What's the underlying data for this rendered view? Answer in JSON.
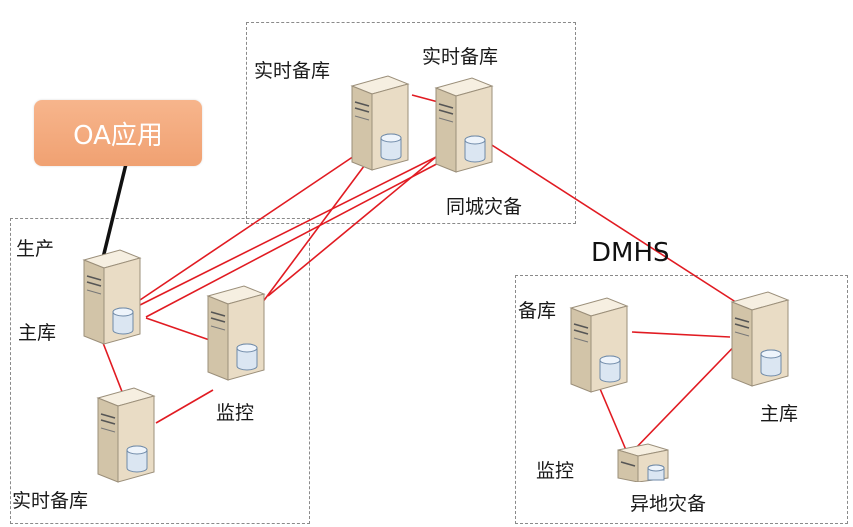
{
  "app": {
    "label": "OA应用"
  },
  "system_label": "DMHS",
  "zones": {
    "production": {
      "title": "生产",
      "main_label": "主库",
      "monitor_label": "监控",
      "realtime_label": "实时备库"
    },
    "same_city": {
      "left_label": "实时备库",
      "right_label": "实时备库",
      "caption": "同城灾备"
    },
    "remote": {
      "standby_label": "备库",
      "main_label": "主库",
      "monitor_label": "监控",
      "caption": "异地灾备"
    }
  },
  "colors": {
    "link": "#e11b22",
    "app_box": "#f3a97b",
    "server_body": "#e9dcc5",
    "db_cylinder": "#dbe6f2",
    "zone_border": "#8a8a8a"
  },
  "icons": {
    "server": "server-with-database-icon"
  }
}
